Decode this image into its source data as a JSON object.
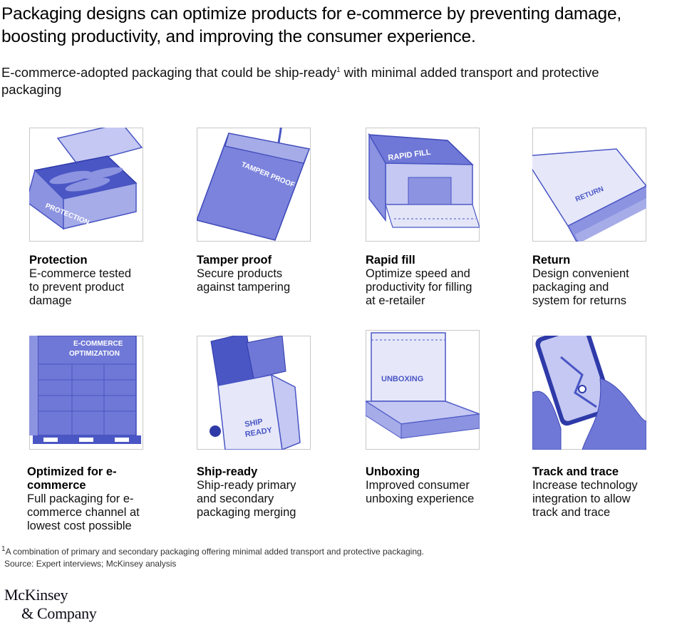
{
  "title": "Packaging designs can optimize products for e-commerce by preventing damage, boosting productivity, and improving the consumer experience.",
  "subtitle": {
    "text_before": "E-commerce-adopted packaging that could be ship-ready",
    "footnote_mark": "1",
    "text_after": " with minimal added transport and protective packaging"
  },
  "colors": {
    "ink": "#4a56c4",
    "fill": "#8c93e0",
    "light": "#c4c8f2",
    "frame": "#c8c8c8"
  },
  "cards": [
    {
      "title": "Protection",
      "description": "E-commerce tested to prevent product damage",
      "illustration_label": "PROTECTION",
      "icon": "open-box-with-bottles"
    },
    {
      "title": "Tamper proof",
      "description": "Secure products against tampering",
      "illustration_label": "TAMPER PROOF",
      "icon": "envelope-with-tear-strip"
    },
    {
      "title": "Rapid fill",
      "description": "Optimize speed and productivity for filling at e-retailer",
      "illustration_label": "RAPID FILL",
      "icon": "auto-fill-box"
    },
    {
      "title": "Return",
      "description": "Design convenient packaging and system for returns",
      "illustration_label": "RETURN",
      "icon": "return-mailer-bag"
    },
    {
      "title": "Optimized for e-commerce",
      "description": "Full packaging for e-commerce channel at lowest cost possible",
      "illustration_label": "E-COMMERCE OPTIMIZATION",
      "icon": "pallet-of-boxes"
    },
    {
      "title": "Ship-ready",
      "description": "Ship-ready primary and secondary packaging merging",
      "illustration_label": "SHIP READY",
      "icon": "bag-in-box"
    },
    {
      "title": "Unboxing",
      "description": "Improved consumer unboxing experience",
      "illustration_label": "UNBOXING",
      "icon": "open-mailer-box"
    },
    {
      "title": "Track and trace",
      "description": "Increase technology integration to allow track and trace",
      "illustration_label": "",
      "icon": "smartphone-map"
    }
  ],
  "footnote": {
    "mark": "1",
    "text": "A combination of primary and secondary packaging offering minimal added transport and protective packaging."
  },
  "source": "Source: Expert interviews; McKinsey analysis",
  "logo": {
    "line1": "McKinsey",
    "line2": "& Company"
  }
}
